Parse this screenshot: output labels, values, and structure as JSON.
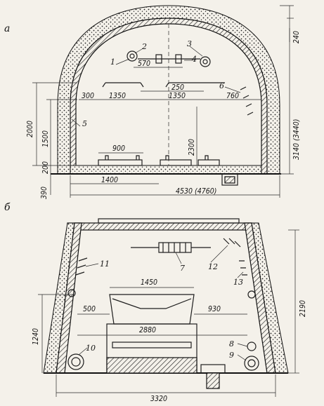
{
  "parts": {
    "a": "а",
    "b": "б"
  },
  "top": {
    "dims": {
      "d240": "240",
      "d3140": "3140 (3440)",
      "d570": "570",
      "d250": "250",
      "d300": "300",
      "d1350a": "1350",
      "d1350b": "1350",
      "d760": "760",
      "d2000": "2000",
      "d1500": "1500",
      "d2300": "2300",
      "d900": "900",
      "d200": "200",
      "d390": "390",
      "d1400": "1400",
      "d4530": "4530 (4760)"
    },
    "callouts": {
      "c1": "1",
      "c2": "2",
      "c3": "3",
      "c4": "4",
      "c5": "5",
      "c6": "6"
    }
  },
  "bottom": {
    "dims": {
      "d1450": "1450",
      "d500": "500",
      "d930": "930",
      "d2880": "2880",
      "d2190": "2190",
      "d1240": "1240",
      "d3320": "3320"
    },
    "callouts": {
      "c7": "7",
      "c8": "8",
      "c9": "9",
      "c10": "10",
      "c11": "11",
      "c12": "12",
      "c13": "13"
    }
  }
}
